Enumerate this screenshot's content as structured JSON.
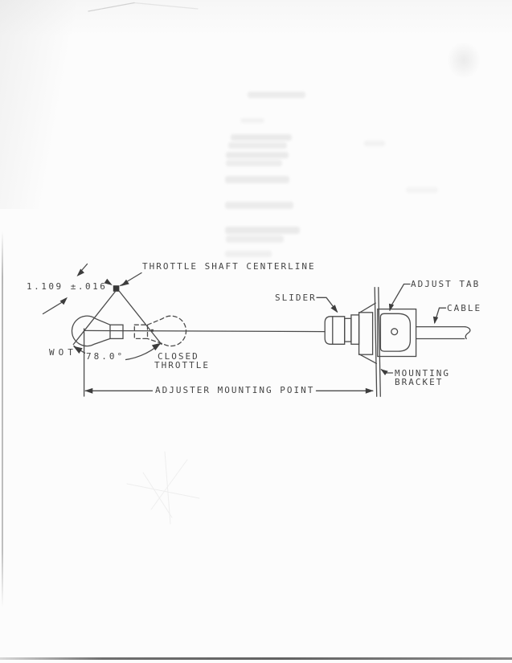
{
  "document": {
    "type_note": "scanned technical drawing page",
    "ink_color": "#4b4b4b",
    "paper_color": "#fcfcfc"
  },
  "diagram": {
    "labels": {
      "dimension": "1.109 ±.016",
      "throttle_shaft_centerline": "THROTTLE SHAFT CENTERLINE",
      "slider": "SLIDER",
      "adjust_tab": "ADJUST TAB",
      "cable": "CABLE",
      "wot": "WOT",
      "angle": "78.0°",
      "closed_throttle": [
        "CLOSED",
        "THROTTLE"
      ],
      "mounting_bracket": [
        "MOUNTING",
        "BRACKET"
      ],
      "adjuster_mounting_point": "ADJUSTER MOUNTING POINT"
    }
  }
}
